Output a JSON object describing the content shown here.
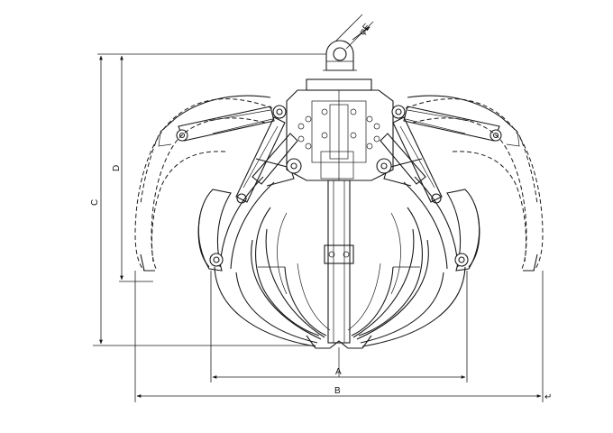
{
  "dimensions": {
    "a": "A",
    "b": "B",
    "c": "C",
    "d": "D",
    "e": "φE"
  },
  "colors": {
    "line": "#1a1a1a",
    "background": "#ffffff"
  }
}
